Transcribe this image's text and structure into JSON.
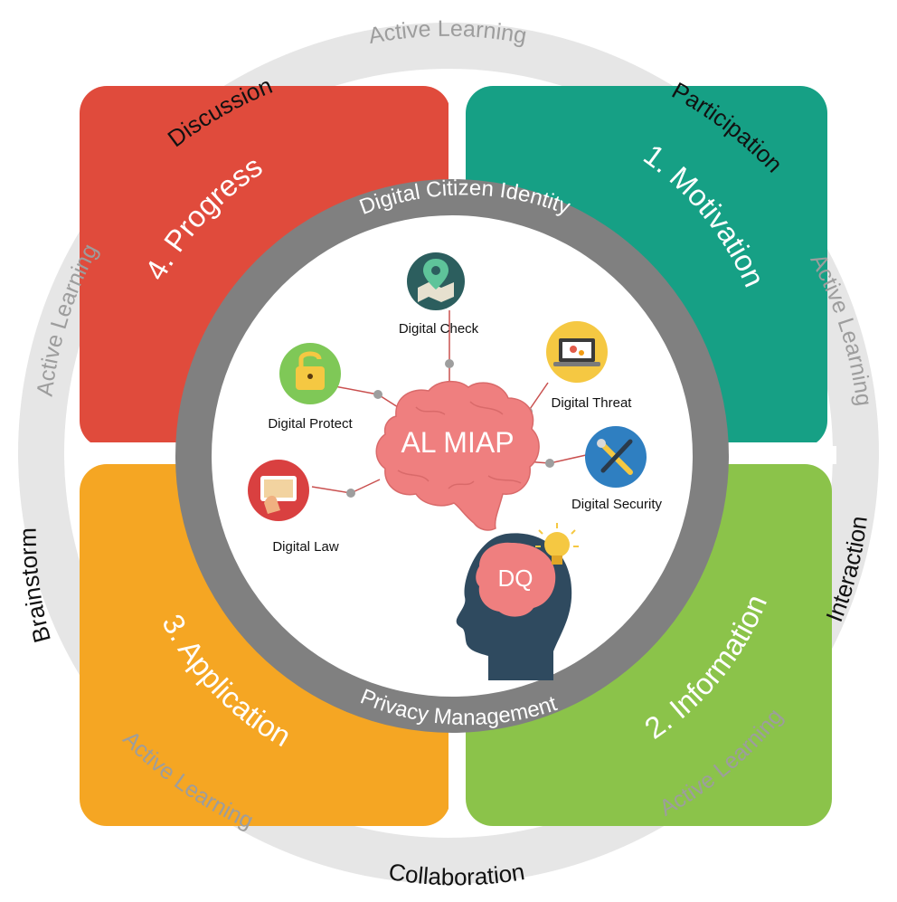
{
  "colors": {
    "outer_ring": "#e6e6e6",
    "inner_ring": "#808080",
    "motivation": "#16a085",
    "information": "#8bc34a",
    "application": "#f5a623",
    "progress": "#e04b3c",
    "brain": "#ef7f7f",
    "head": "#2f4a5f"
  },
  "outer_ring": {
    "active_learning": [
      "Active Learning",
      "Active Learning",
      "Active Learning",
      "Active Learning",
      "Active Learning"
    ],
    "participation": "Participation",
    "interaction": "Interaction",
    "collaboration": "Collaboration",
    "brainstorm": "Brainstorm",
    "discussion": "Discussion"
  },
  "quadrants": {
    "motivation": "1. Motivation",
    "information": "2. Information",
    "application": "3. Application",
    "progress": "4. Progress"
  },
  "inner_ring": {
    "top": "Digital Citizen Identity",
    "bottom": "Privacy Management"
  },
  "center": {
    "brain_label": "AL MIAP",
    "head_label": "DQ"
  },
  "nodes": [
    {
      "label": "Digital Check",
      "icon": "map-pin-icon"
    },
    {
      "label": "Digital Threat",
      "icon": "laptop-gears-icon"
    },
    {
      "label": "Digital Protect",
      "icon": "padlock-icon"
    },
    {
      "label": "Digital Security",
      "icon": "tools-icon"
    },
    {
      "label": "Digital Law",
      "icon": "touch-screen-icon"
    }
  ]
}
